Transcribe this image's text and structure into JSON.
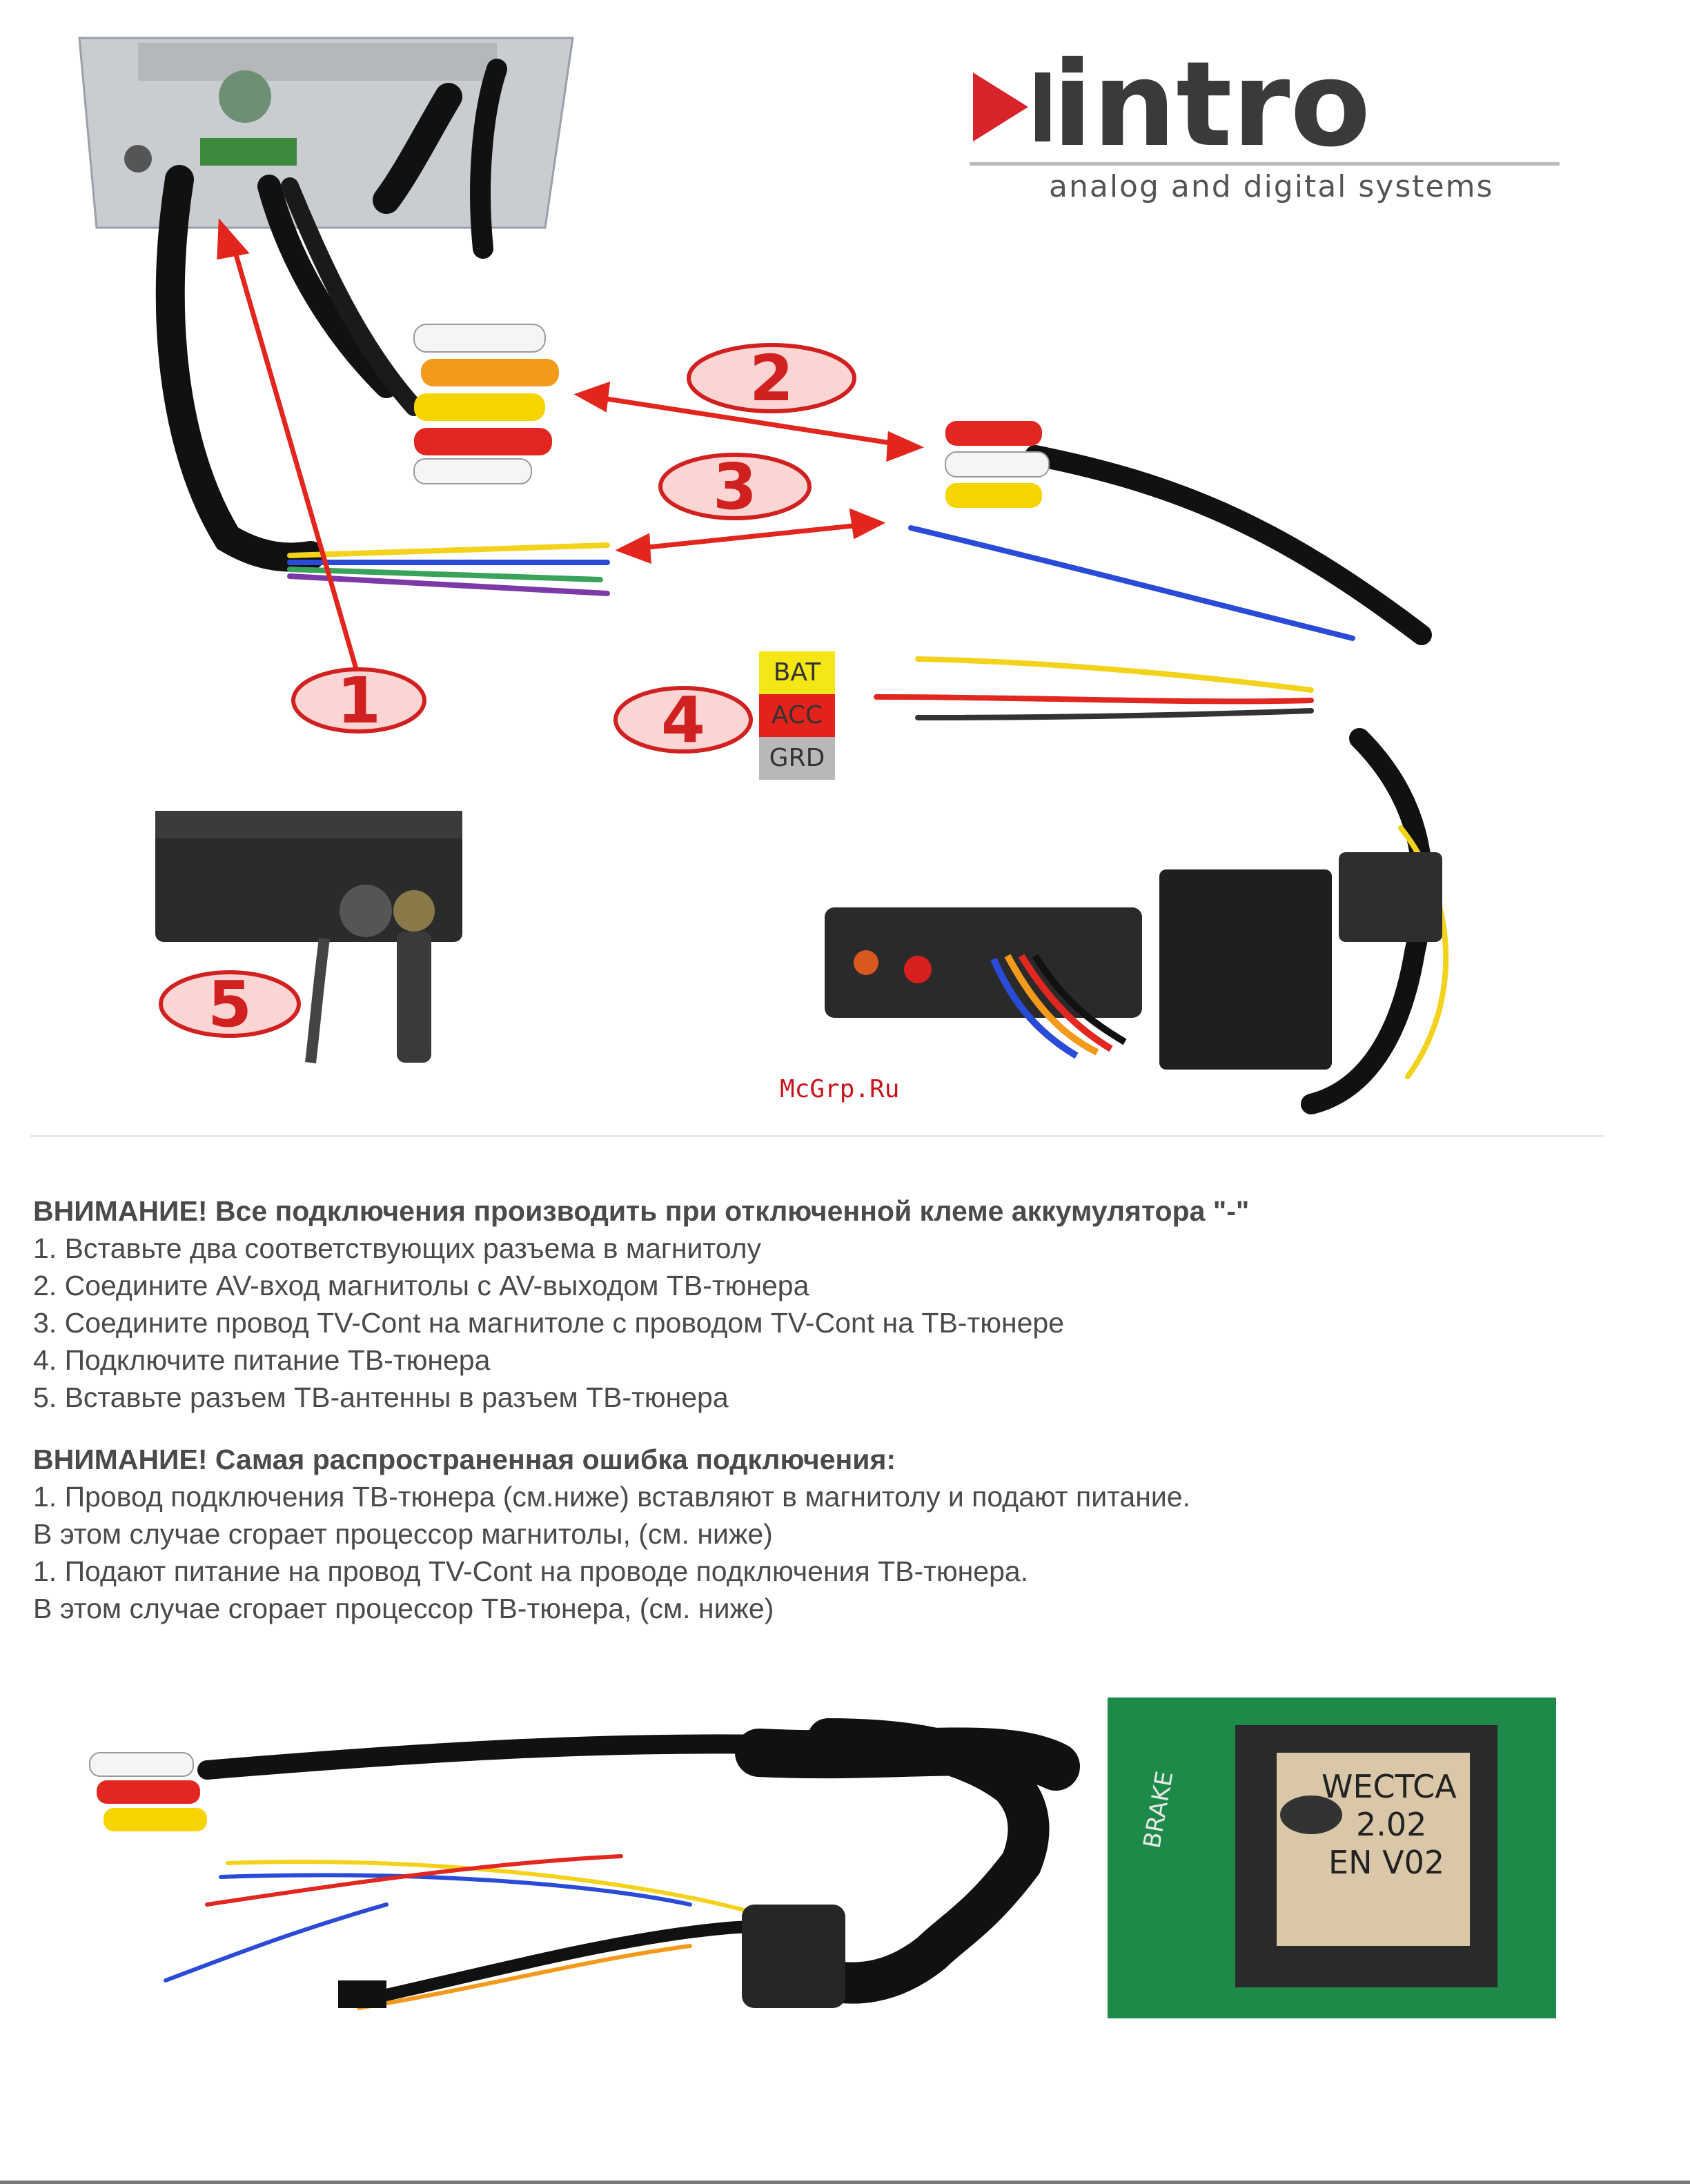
{
  "logo": {
    "brand": "intro",
    "tagline": "analog and digital systems",
    "colors": {
      "accent": "#d9232a",
      "dark": "#3a3a3a"
    }
  },
  "badges": [
    "1",
    "2",
    "3",
    "4",
    "5"
  ],
  "power": {
    "bat": "BAT",
    "acc": "ACC",
    "grd": "GRD"
  },
  "watermark": "McGrp.Ru",
  "instructions": {
    "heading1": "ВНИМАНИЕ! Все подключения производить при отключенной клеме аккумулятора \"-\"",
    "steps": [
      "1. Вставьте два соответствующих разъема в магнитолу",
      "2. Соедините AV-вход магнитолы с AV-выходом ТВ-тюнера",
      "3. Соедините провод TV-Cont на магнитоле с проводом TV-Cont на ТВ-тюнере",
      "4. Подключите питание ТВ-тюнера",
      "5. Вставьте разъем ТВ-антенны в разъем ТВ-тюнера"
    ],
    "heading2": "ВНИМАНИЕ! Самая распространенная ошибка подключения:",
    "errors": [
      "1. Провод подключения ТВ-тюнера (см.ниже) вставляют в магнитолу и подают питание.",
      "В этом случае сгорает процессор магнитолы, (см. ниже)",
      "1. Подают питание на провод TV-Cont на проводе подключения ТВ-тюнера.",
      "В этом случае сгорает процессор ТВ-тюнера, (см. ниже)"
    ]
  },
  "chip": {
    "line1": "WECTCA",
    "line2": "2.02",
    "line3": "EN V02",
    "pcb_label": "BRAKE"
  },
  "colors": {
    "badge": "#d12020",
    "bat": "#f5e615",
    "acc": "#e3231b",
    "grd": "#b8b8b8"
  }
}
